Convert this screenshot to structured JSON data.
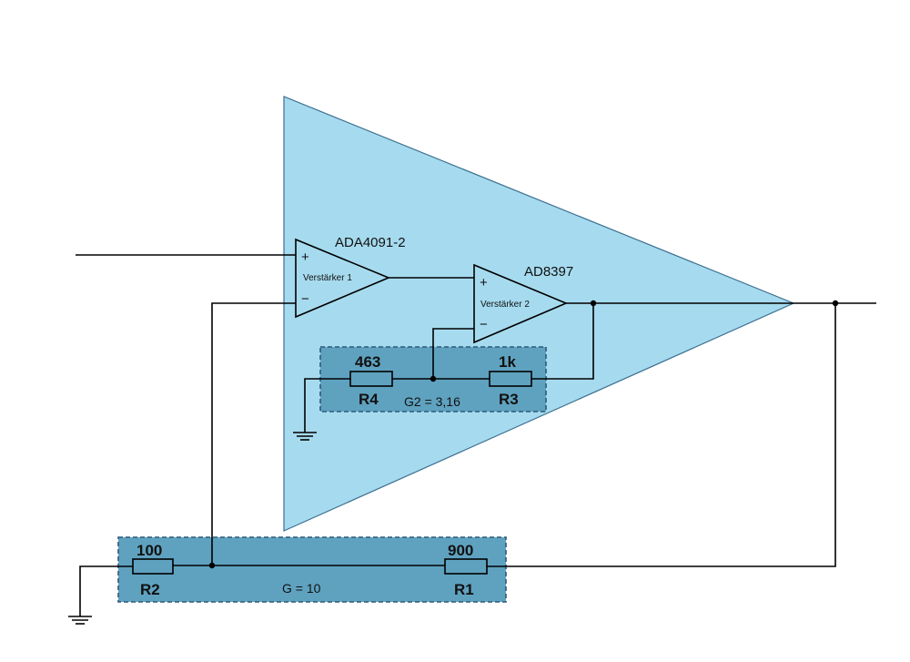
{
  "amplifiers": {
    "amp1": {
      "part": "ADA4091-2",
      "name": "Verstärker 1",
      "plus": "+",
      "minus": "−"
    },
    "amp2": {
      "part": "AD8397",
      "name": "Verstärker 2",
      "plus": "+",
      "minus": "−"
    }
  },
  "stage2_network": {
    "gain": "G2 = 3,16",
    "r4": {
      "value": "463",
      "name": "R4"
    },
    "r3": {
      "value": "1k",
      "name": "R3"
    }
  },
  "main_network": {
    "gain": "G = 10",
    "r2": {
      "value": "100",
      "name": "R2"
    },
    "r1": {
      "value": "900",
      "name": "R1"
    }
  },
  "colors": {
    "big_triangle_fill": "#a6dbef",
    "big_triangle_stroke": "#3c6f90",
    "network_fill": "#5fa2c0",
    "network_border": "#2d5a78"
  }
}
